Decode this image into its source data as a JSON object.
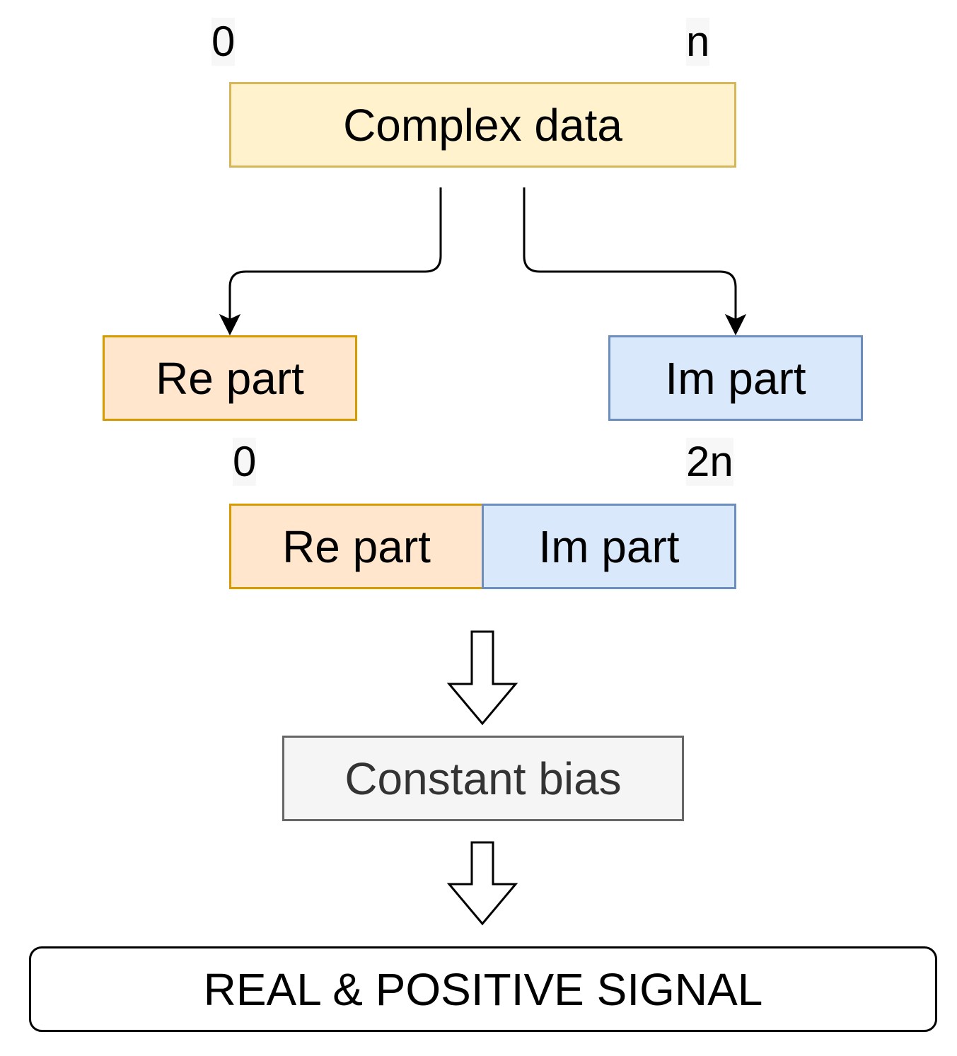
{
  "top": {
    "start_index": "0",
    "end_index": "n",
    "complex_label": "Complex data"
  },
  "split": {
    "re_label": "Re part",
    "im_label": "Im part"
  },
  "concat": {
    "start_index": "0",
    "end_index": "2n",
    "re_label": "Re part",
    "im_label": "Im part"
  },
  "bias": {
    "label": "Constant bias"
  },
  "output": {
    "label": "REAL & POSITIVE SIGNAL"
  },
  "colors": {
    "complex_fill": "#fff2cc",
    "complex_stroke": "#d6b656",
    "re_fill": "#ffe6cc",
    "re_stroke": "#d79b00",
    "im_fill": "#dae8fc",
    "im_stroke": "#6c8ebf",
    "bias_fill": "#f5f5f5",
    "bias_stroke": "#666666"
  }
}
